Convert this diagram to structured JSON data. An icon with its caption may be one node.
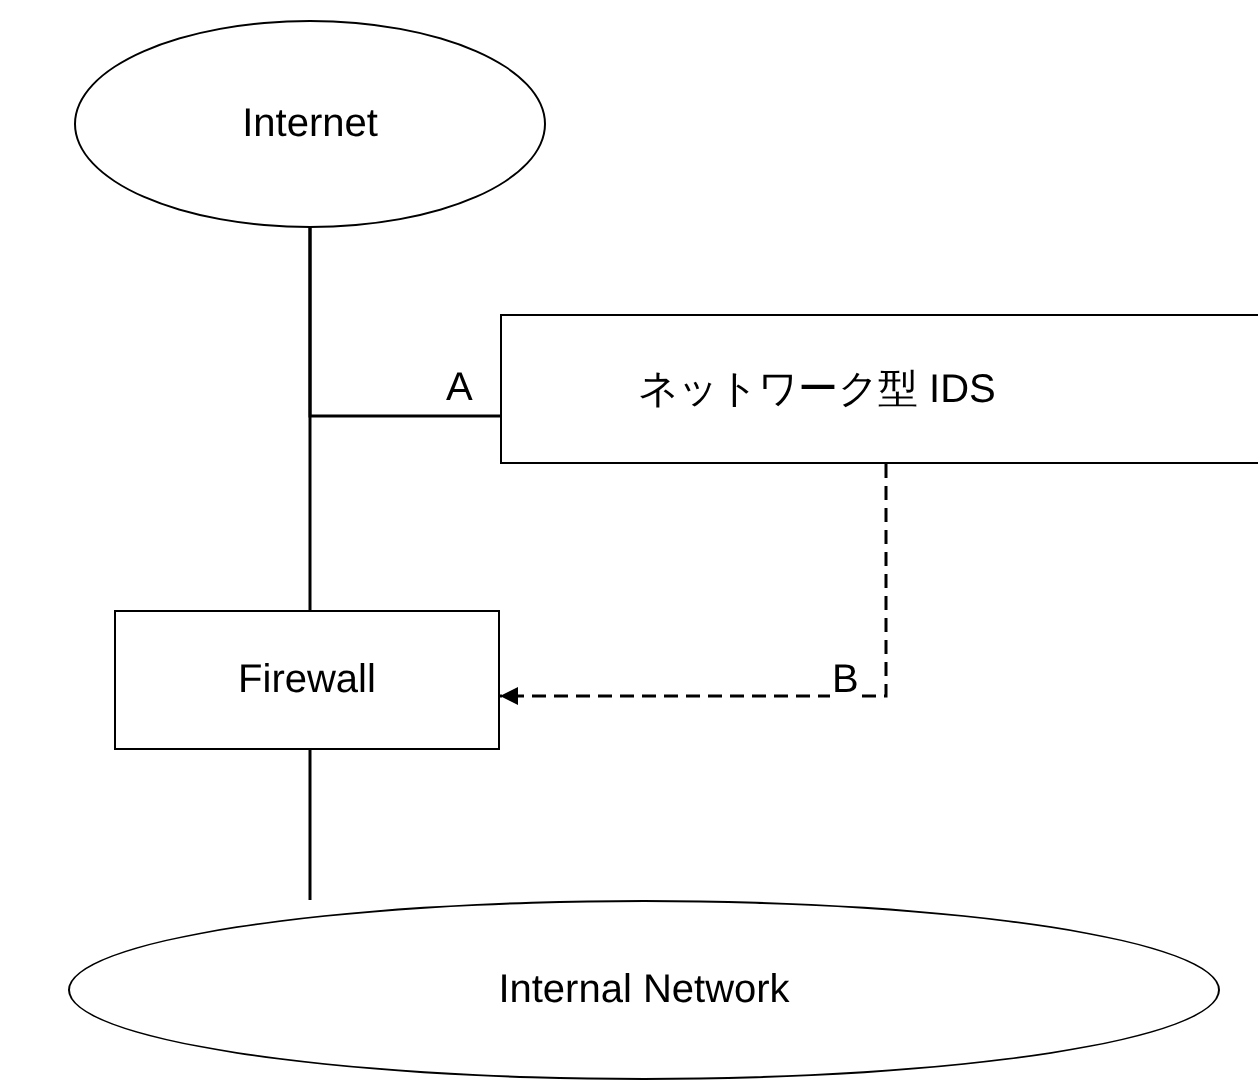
{
  "diagram": {
    "nodes": [
      {
        "text": [
          "Internet"
        ]
      },
      {
        "text": [
          "ネットワーク型 IDS"
        ]
      },
      {
        "text": [
          "Firewall"
        ]
      },
      {
        "text": [
          "Internal Network"
        ]
      }
    ],
    "edges": [
      {
        "from": 0,
        "to": 2,
        "arrow": "none"
      },
      {
        "from": 0,
        "to": 1,
        "arrow": "none",
        "label": "A"
      },
      {
        "from": 1,
        "to": 2,
        "arrow": "to",
        "style": "dashed",
        "label": "B"
      },
      {
        "from": 2,
        "to": 3,
        "arrow": "none"
      }
    ]
  }
}
